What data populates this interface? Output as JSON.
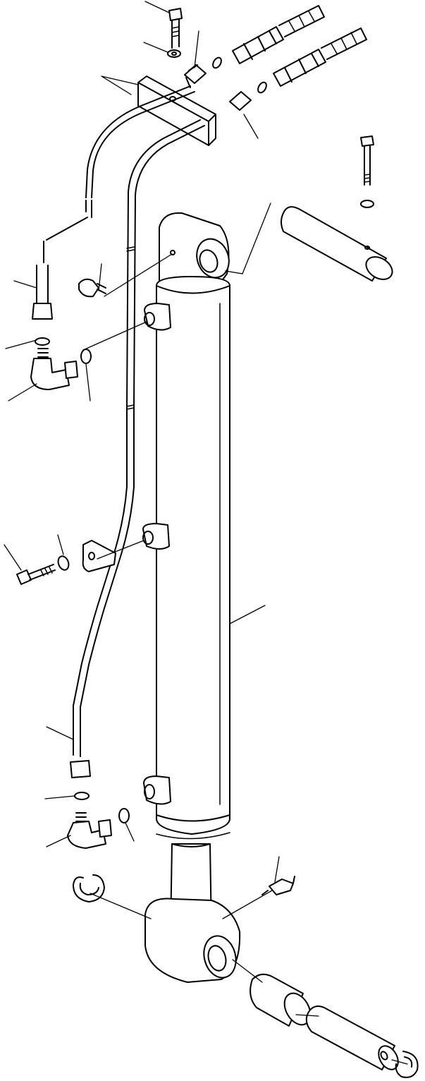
{
  "diagram": {
    "background": "#ffffff",
    "ink_color": "#000000",
    "parts": [
      "hydraulic-cylinder",
      "cylinder-tube",
      "piston-rod",
      "rod-end-eye",
      "cylinder-head-eye",
      "head-pin",
      "rod-pin",
      "rod-bushing",
      "hydraulic-pipe-left",
      "hydraulic-pipe-right",
      "pipe-bracket",
      "clamp-block",
      "grease-fitting",
      "elbow-fitting",
      "o-ring",
      "bolt",
      "washer",
      "snap-ring",
      "hose-end"
    ]
  }
}
